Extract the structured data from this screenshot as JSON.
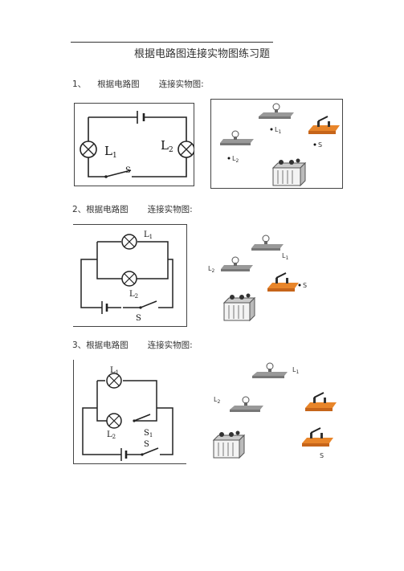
{
  "title": "根据电路图连接实物图练习题",
  "questions": [
    {
      "number": "1、",
      "label_a": "根据电路图",
      "label_b": "连接实物图:",
      "schematic": {
        "lamp1": "L",
        "lamp1_sub": "1",
        "lamp2": "L",
        "lamp2_sub": "2",
        "switch": "S"
      },
      "physical": {
        "lamp1": "L",
        "lamp1_sub": "1",
        "lamp2": "L",
        "lamp2_sub": "2",
        "switch": "S"
      }
    },
    {
      "number": "2、",
      "label_a": "根据电路图",
      "label_b": "连接实物图:",
      "schematic": {
        "lamp1": "L",
        "lamp1_sub": "1",
        "lamp2": "L",
        "lamp2_sub": "2",
        "switch": "S"
      },
      "physical": {
        "lamp1": "L",
        "lamp1_sub": "1",
        "lamp2": "L",
        "lamp2_sub": "2",
        "switch": "S"
      }
    },
    {
      "number": "3、",
      "label_a": "根据电路图",
      "label_b": "连接实物图:",
      "schematic": {
        "lamp1": "L",
        "lamp1_sub": "1",
        "lamp2": "L",
        "lamp2_sub": "2",
        "switch1": "S",
        "switch1_sub": "1",
        "switch_main": "S"
      },
      "physical": {
        "lamp1": "L",
        "lamp1_sub": "1",
        "lamp2": "L",
        "lamp2_sub": "2",
        "switch": "S"
      }
    }
  ]
}
